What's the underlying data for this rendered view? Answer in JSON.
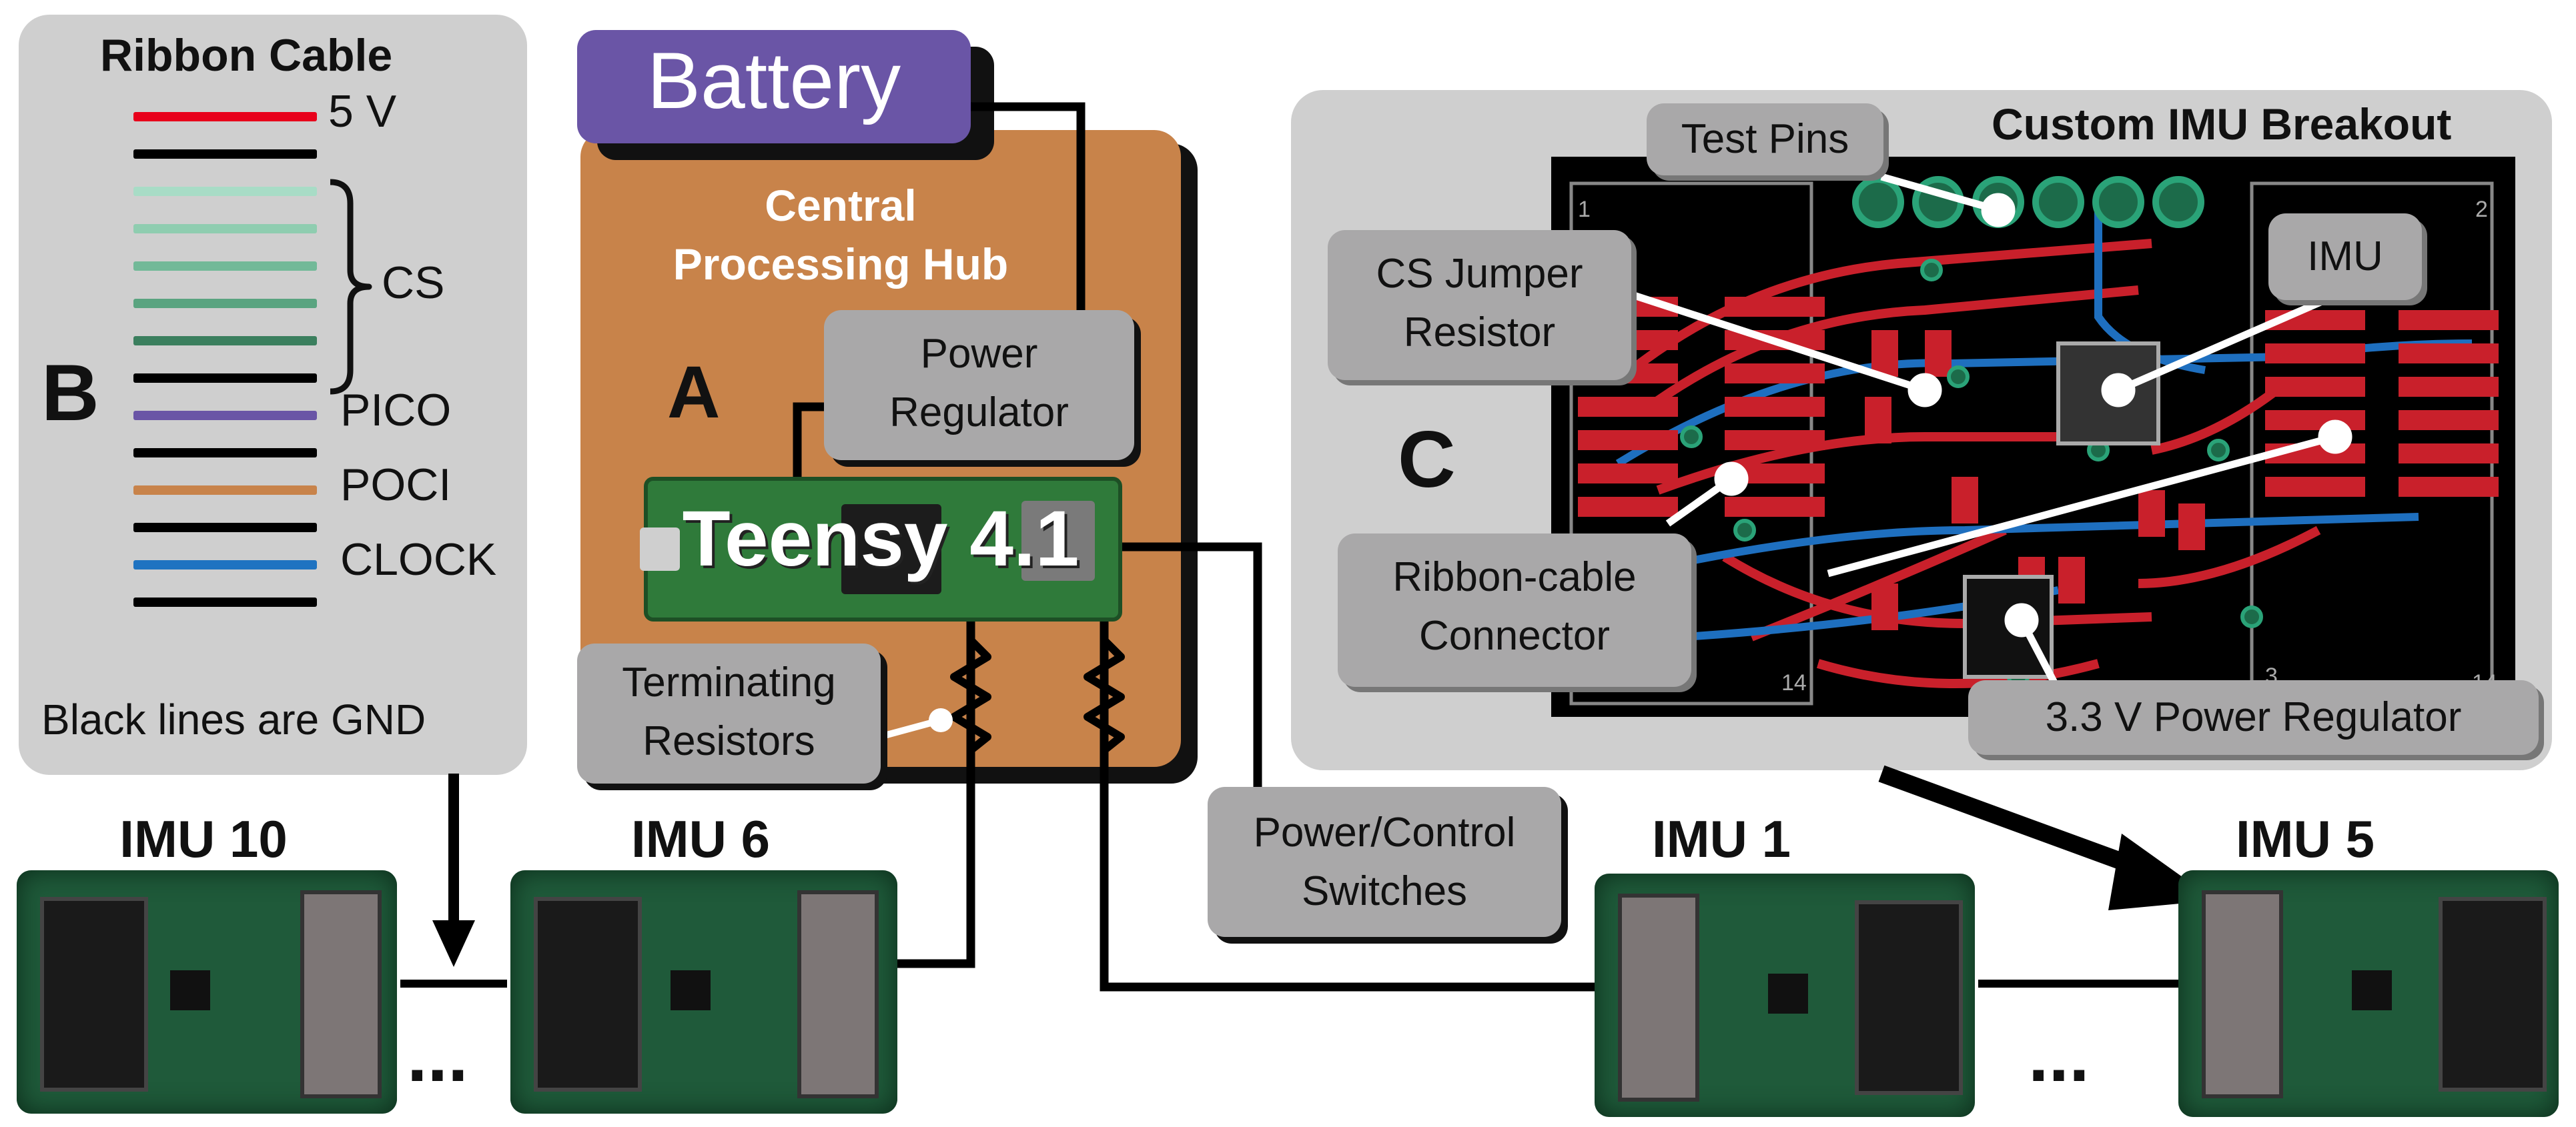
{
  "panel_b": {
    "letter": "B",
    "title": "Ribbon Cable",
    "legend": [
      {
        "label": "5 V",
        "color": "#e8001b"
      },
      {
        "label": "",
        "color": "#000000"
      },
      {
        "label": "",
        "color": "#a8dcc6"
      },
      {
        "label": "",
        "color": "#8fcdb0"
      },
      {
        "label": "",
        "color": "#72b998"
      },
      {
        "label": "",
        "color": "#5aa480"
      },
      {
        "label": "",
        "color": "#3b7f5e"
      },
      {
        "label": "",
        "color": "#000000"
      },
      {
        "label": "PICO",
        "color": "#6a55a6"
      },
      {
        "label": "",
        "color": "#000000"
      },
      {
        "label": "POCI",
        "color": "#c8834a"
      },
      {
        "label": "",
        "color": "#000000"
      },
      {
        "label": "CLOCK",
        "color": "#1f73c1"
      },
      {
        "label": "",
        "color": "#000000"
      }
    ],
    "cs_label": "CS",
    "footer": "Black lines are GND"
  },
  "panel_a": {
    "letter": "A",
    "battery": "Battery",
    "hub_title_line1": "Central",
    "hub_title_line2": "Processing Hub",
    "power_regulator_line1": "Power",
    "power_regulator_line2": "Regulator",
    "teensy": "Teensy 4.1",
    "terminating_line1": "Terminating",
    "terminating_line2": "Resistors",
    "switches_line1": "Power/Control",
    "switches_line2": "Switches",
    "hub_color": "#c8834a",
    "battery_color": "#6a55a6"
  },
  "panel_c": {
    "letter": "C",
    "title": "Custom IMU Breakout",
    "test_pins": "Test Pins",
    "cs_jumper_line1": "CS Jumper",
    "cs_jumper_line2": "Resistor",
    "imu": "IMU",
    "ribbon_line1": "Ribbon-cable",
    "ribbon_line2": "Connector",
    "regulator": "3.3 V Power Regulator",
    "pcb_mark_1": "1",
    "pcb_mark_2": "2",
    "pcb_mark_14a": "14",
    "pcb_mark_14b": "14",
    "pcb_mark_3": "3"
  },
  "imus": [
    {
      "label": "IMU 10"
    },
    {
      "label": "IMU 6"
    },
    {
      "label": "IMU 1"
    },
    {
      "label": "IMU 5"
    }
  ],
  "ellipsis_left": "...",
  "ellipsis_right": "..."
}
